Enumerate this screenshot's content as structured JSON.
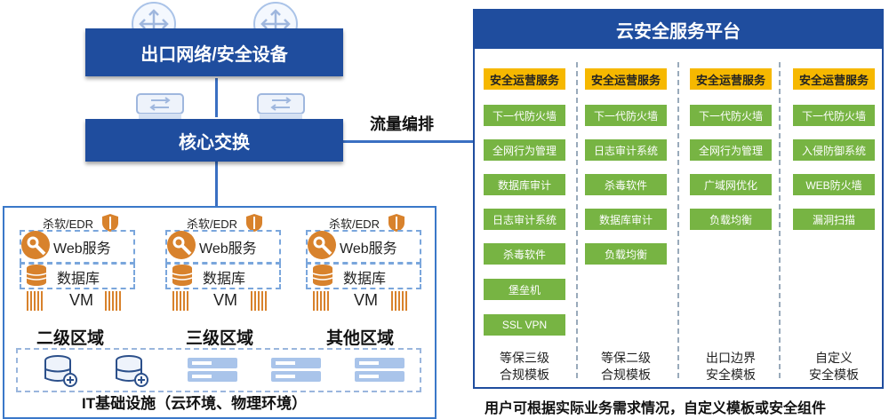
{
  "top": {
    "egress_label": "出口网络/安全设备",
    "core_label": "核心交换",
    "orchestration_label": "流量编排"
  },
  "zones": [
    {
      "av_label": "杀软/EDR",
      "web_label": "Web服务",
      "db_label": "数据库",
      "vm_label": "VM",
      "name": "二级区域"
    },
    {
      "av_label": "杀软/EDR",
      "web_label": "Web服务",
      "db_label": "数据库",
      "vm_label": "VM",
      "name": "三级区域"
    },
    {
      "av_label": "杀软/EDR",
      "web_label": "Web服务",
      "db_label": "数据库",
      "vm_label": "VM",
      "name": "其他区域"
    }
  ],
  "infra_label": "IT基础设施（云环境、物理环境）",
  "platform": {
    "title": "云安全服务平台",
    "columns": [
      {
        "header": "安全运营服务",
        "items": [
          "下一代防火墙",
          "全网行为管理",
          "数据库审计",
          "日志审计系统",
          "杀毒软件",
          "堡垒机",
          "SSL VPN"
        ],
        "footer_line1": "等保三级",
        "footer_line2": "合规模板"
      },
      {
        "header": "安全运营服务",
        "items": [
          "下一代防火墙",
          "日志审计系统",
          "杀毒软件",
          "数据库审计",
          "负载均衡"
        ],
        "footer_line1": "等保二级",
        "footer_line2": "合规模板"
      },
      {
        "header": "安全运营服务",
        "items": [
          "下一代防火墙",
          "全网行为管理",
          "广域网优化",
          "负载均衡"
        ],
        "footer_line1": "出口边界",
        "footer_line2": "安全模板"
      },
      {
        "header": "安全运营服务",
        "items": [
          "下一代防火墙",
          "入侵防御系统",
          "WEB防火墙",
          "漏洞扫描"
        ],
        "footer_line1": "自定义",
        "footer_line2": "安全模板"
      }
    ]
  },
  "footnote": "用户可根据实际业务需求情况，自定义模板或安全组件",
  "colors": {
    "primary": "#1f4d9e",
    "accent_yellow": "#f6b800",
    "accent_green": "#77b443",
    "orange": "#d8822c"
  }
}
